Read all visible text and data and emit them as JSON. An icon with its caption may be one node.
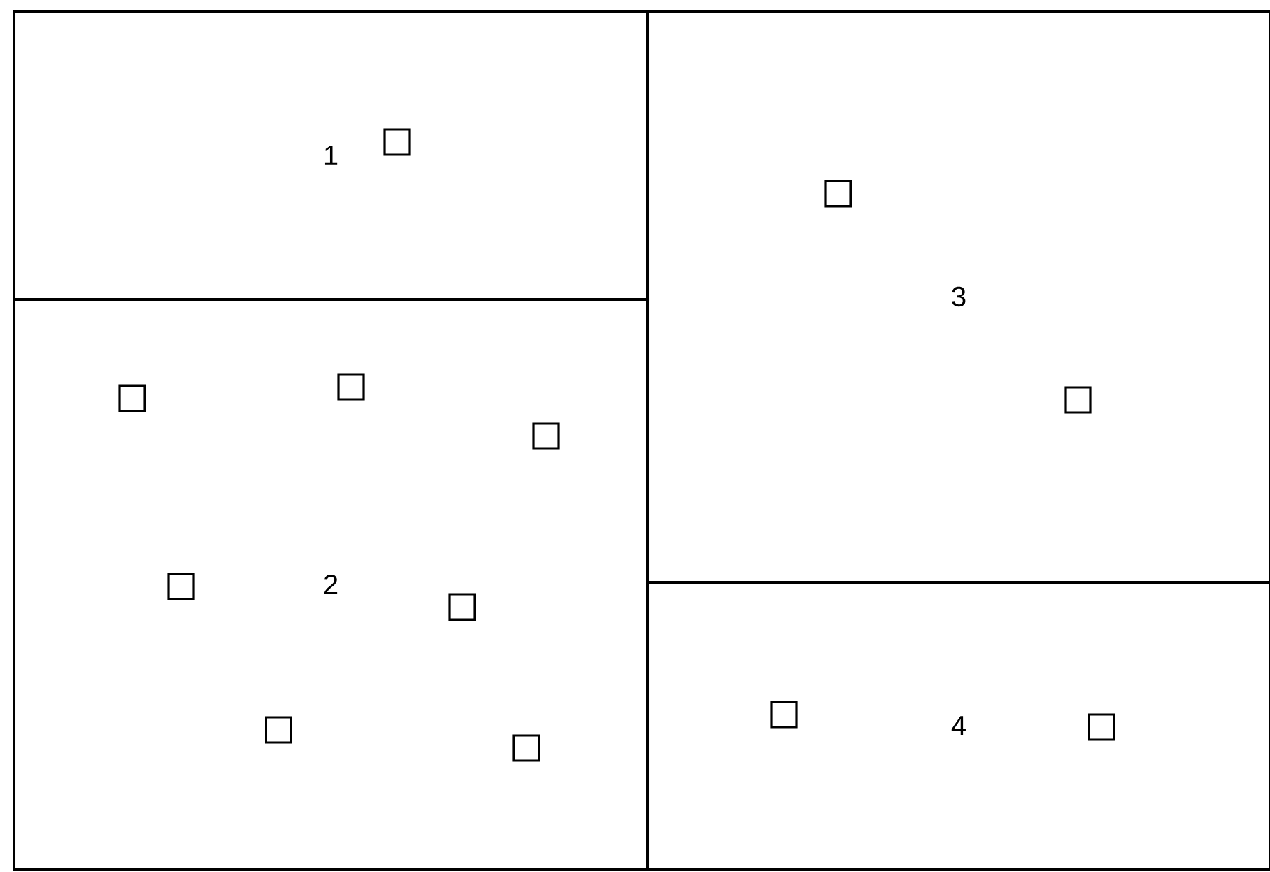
{
  "diagram": {
    "nodes": [
      {
        "text": [
          "1"
        ]
      },
      {
        "text": [
          "2"
        ]
      },
      {
        "text": [
          "3"
        ]
      },
      {
        "text": [
          "4"
        ]
      },
      {
        "text": [],
        "shape": "box",
        "in": 0
      },
      {
        "text": [],
        "shape": "box",
        "in": 1
      },
      {
        "text": [],
        "shape": "box",
        "in": 1
      },
      {
        "text": [],
        "shape": "box",
        "in": 1
      },
      {
        "text": [],
        "shape": "box",
        "in": 1
      },
      {
        "text": [],
        "shape": "box",
        "in": 1
      },
      {
        "text": [],
        "shape": "box",
        "in": 1
      },
      {
        "text": [],
        "shape": "box",
        "in": 1
      },
      {
        "text": [],
        "shape": "box",
        "in": 2
      },
      {
        "text": [],
        "shape": "box",
        "in": 2
      },
      {
        "text": [],
        "shape": "box",
        "in": 3
      },
      {
        "text": [],
        "shape": "box",
        "in": 3
      }
    ]
  }
}
